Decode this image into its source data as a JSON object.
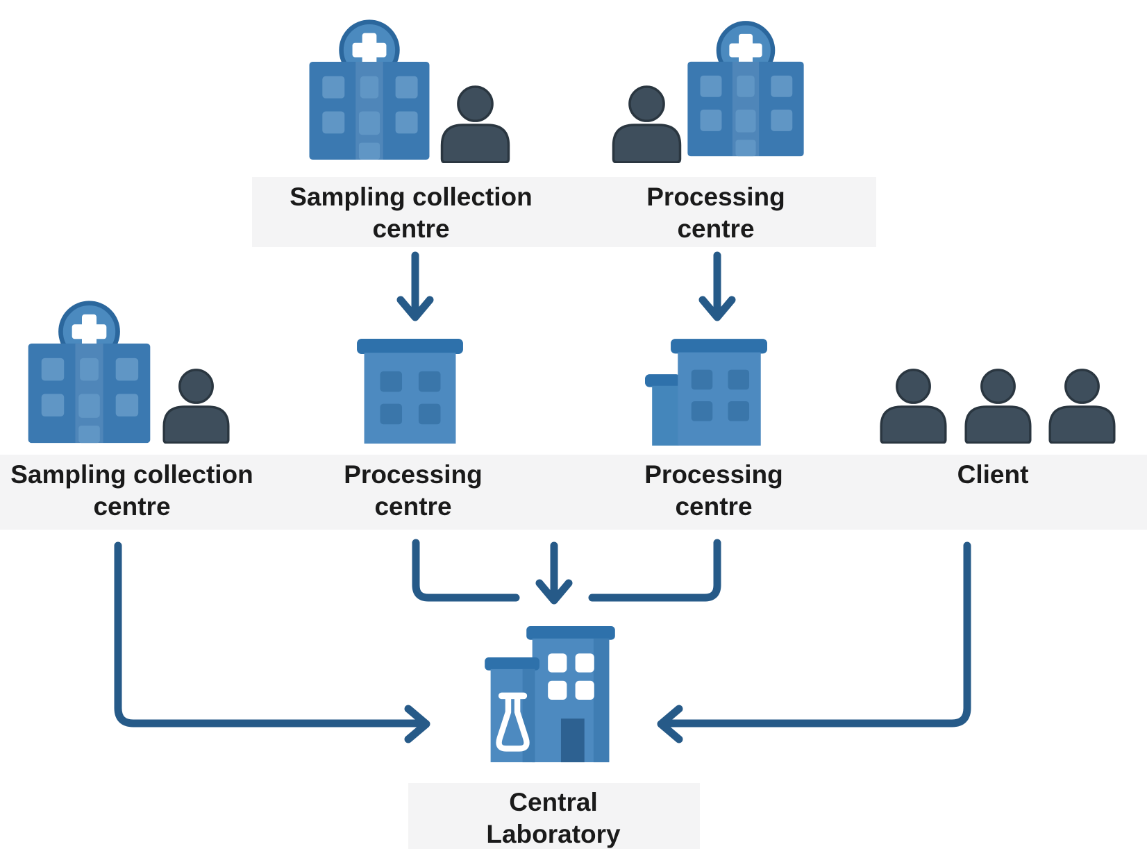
{
  "diagram": {
    "nodes": {
      "top_sampling": {
        "label": "Sampling collection\ncentre",
        "icons": [
          "hospital-icon",
          "person-icon"
        ]
      },
      "top_processing": {
        "label": "Processing\ncentre",
        "icons": [
          "person-icon",
          "hospital-icon"
        ]
      },
      "mid_sampling": {
        "label": "Sampling collection\ncentre",
        "icons": [
          "hospital-icon",
          "person-icon"
        ]
      },
      "mid_processing_left": {
        "label": "Processing\ncentre",
        "icons": [
          "office-building-icon"
        ]
      },
      "mid_processing_right": {
        "label": "Processing\ncentre",
        "icons": [
          "office-building-annex-icon"
        ]
      },
      "client": {
        "label": "Client",
        "icons": [
          "person-icon",
          "person-icon",
          "person-icon"
        ]
      },
      "central_lab": {
        "label": "Central\nLaboratory",
        "icons": [
          "laboratory-building-flask-icon"
        ]
      }
    },
    "edges": [
      {
        "from": "top_sampling",
        "to": "mid_processing_left",
        "style": "straight-down-arrow"
      },
      {
        "from": "top_processing",
        "to": "mid_processing_right",
        "style": "straight-down-arrow"
      },
      {
        "from": "mid_processing_left",
        "to": "central_lab",
        "style": "down-then-right-merge"
      },
      {
        "from": "mid_processing_right",
        "to": "central_lab",
        "style": "down-then-left-merge"
      },
      {
        "from": "merge_point",
        "to": "central_lab",
        "style": "short-down-arrow"
      },
      {
        "from": "mid_sampling",
        "to": "central_lab",
        "style": "down-then-right-arrow"
      },
      {
        "from": "client",
        "to": "central_lab",
        "style": "down-then-left-arrow"
      }
    ]
  },
  "colors": {
    "band-color": "#f4f4f5",
    "text-color": "#1a1a1a",
    "edge-color": "#265a88",
    "building-dark-blue": "#3b79b1",
    "building-light-blue": "#4d8ac0",
    "building-window-light": "#6096c5",
    "building-window-dark": "#3a76aa",
    "roof-blue": "#2e71ab",
    "cross-circle-blue": "#4b8abf",
    "cross-ring-blue": "#2b679d",
    "door-navy": "#2d6191",
    "person-slate": "#3e4e5c",
    "white": "#ffffff"
  }
}
